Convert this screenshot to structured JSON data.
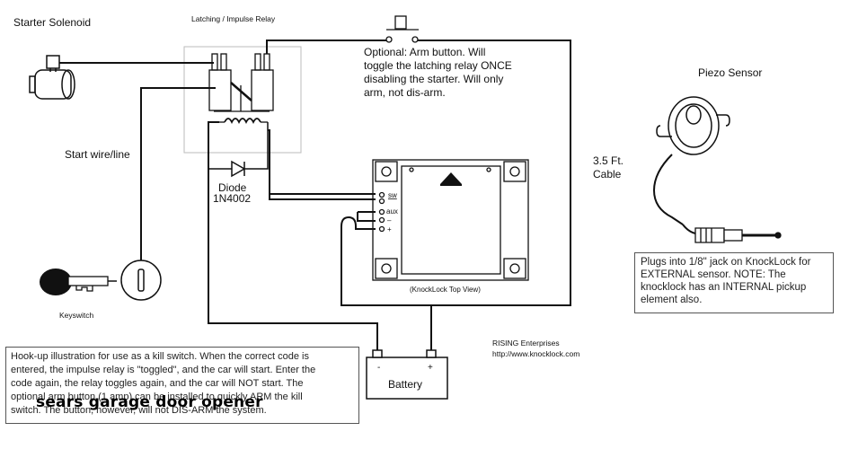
{
  "labels": {
    "starter_solenoid": "Starter Solenoid",
    "relay": "Latching / Impulse Relay",
    "start_wire": "Start wire/line",
    "diode": "Diode",
    "diode_part": "1N4002",
    "keyswitch": "Keyswitch",
    "arm_note": [
      "Optional:  Arm button.  Will",
      "toggle the latching relay ONCE",
      "disabling the starter.  Will only",
      "arm, not dis-arm."
    ],
    "piezo": "Piezo Sensor",
    "cable": [
      "3.5 Ft.",
      "Cable"
    ],
    "module_view": "(KnockLock Top View)",
    "term_sw": "sw",
    "term_aux": "aux",
    "term_minus": "–",
    "term_plus": "+",
    "battery": "Battery",
    "battery_minus": "-",
    "battery_plus": "+",
    "company": "RISING Enterprises",
    "company_url": "http://www.knocklock.com"
  },
  "notes": {
    "jack_note": [
      "Plugs into 1/8\" jack on KnockLock for",
      "EXTERNAL sensor.  NOTE: The",
      "knocklock has an INTERNAL pickup",
      "element also."
    ],
    "hookup_note": [
      "Hook-up illustration for use as a kill switch.  When the correct code is",
      "entered, the impulse relay is \"toggled\", and the car will start.  Enter the",
      "code again, the relay toggles again, and the car will NOT start.  The",
      "optional arm button (1 amp) can be installed to quickly ARM the kill",
      "switch.  The button, however, will not DIS-ARM the system."
    ]
  },
  "watermark": "sears garage door opener"
}
